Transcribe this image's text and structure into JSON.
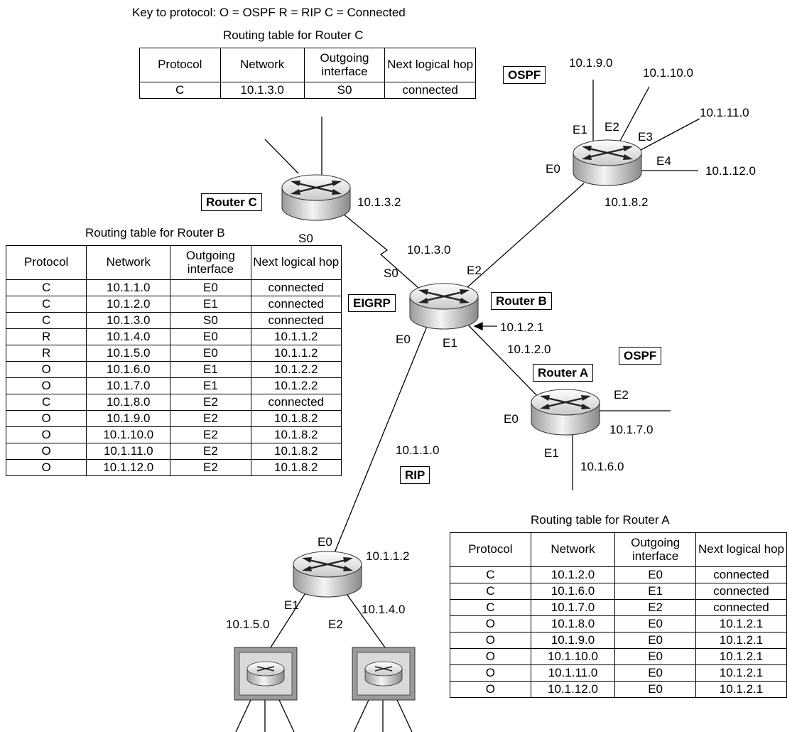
{
  "key": "Key to protocol: O = OSPF  R = RIP  C = Connected",
  "headers": [
    "Protocol",
    "Network",
    "Outgoing interface",
    "Next logical hop"
  ],
  "tables": {
    "c": {
      "caption": "Routing table for Router C",
      "rows": [
        [
          "C",
          "10.1.3.0",
          "S0",
          "connected"
        ]
      ]
    },
    "b": {
      "caption": "Routing table for Router B",
      "rows": [
        [
          "C",
          "10.1.1.0",
          "E0",
          "connected"
        ],
        [
          "C",
          "10.1.2.0",
          "E1",
          "connected"
        ],
        [
          "C",
          "10.1.3.0",
          "S0",
          "connected"
        ],
        [
          "R",
          "10.1.4.0",
          "E0",
          "10.1.1.2"
        ],
        [
          "R",
          "10.1.5.0",
          "E0",
          "10.1.1.2"
        ],
        [
          "O",
          "10.1.6.0",
          "E1",
          "10.1.2.2"
        ],
        [
          "O",
          "10.1.7.0",
          "E1",
          "10.1.2.2"
        ],
        [
          "C",
          "10.1.8.0",
          "E2",
          "connected"
        ],
        [
          "O",
          "10.1.9.0",
          "E2",
          "10.1.8.2"
        ],
        [
          "O",
          "10.1.10.0",
          "E2",
          "10.1.8.2"
        ],
        [
          "O",
          "10.1.11.0",
          "E2",
          "10.1.8.2"
        ],
        [
          "O",
          "10.1.12.0",
          "E2",
          "10.1.8.2"
        ]
      ]
    },
    "a": {
      "caption": "Routing table for Router A",
      "rows": [
        [
          "C",
          "10.1.2.0",
          "E0",
          "connected"
        ],
        [
          "C",
          "10.1.6.0",
          "E1",
          "connected"
        ],
        [
          "C",
          "10.1.7.0",
          "E2",
          "connected"
        ],
        [
          "O",
          "10.1.8.0",
          "E0",
          "10.1.2.1"
        ],
        [
          "O",
          "10.1.9.0",
          "E0",
          "10.1.2.1"
        ],
        [
          "O",
          "10.1.10.0",
          "E0",
          "10.1.2.1"
        ],
        [
          "O",
          "10.1.11.0",
          "E0",
          "10.1.2.1"
        ],
        [
          "O",
          "10.1.12.0",
          "E0",
          "10.1.2.1"
        ]
      ]
    }
  },
  "boxes": {
    "ospf_top": "OSPF",
    "router_c": "Router C",
    "eigrp": "EIGRP",
    "router_b": "Router B",
    "ospf_right": "OSPF",
    "router_a": "Router A",
    "rip": "RIP"
  },
  "labels": {
    "n_10_1_9_0": "10.1.9.0",
    "n_10_1_10_0": "10.1.10.0",
    "n_10_1_11_0": "10.1.11.0",
    "n_10_1_12_0": "10.1.12.0",
    "tr_e1": "E1",
    "tr_e2": "E2",
    "tr_e3": "E3",
    "tr_e4": "E4",
    "tr_e0": "E0",
    "n_10_1_8_2": "10.1.8.2",
    "c_addr": "10.1.3.2",
    "c_s0": "S0",
    "n_10_1_3_0": "10.1.3.0",
    "b_s0": "S0",
    "b_e2": "E2",
    "b_addr": "10.1.2.1",
    "b_e0": "E0",
    "b_e1": "E1",
    "n_10_1_2_0": "10.1.2.0",
    "a_e2": "E2",
    "a_e0": "E0",
    "n_10_1_7_0": "10.1.7.0",
    "a_e1": "E1",
    "n_10_1_6_0": "10.1.6.0",
    "n_10_1_1_0": "10.1.1.0",
    "br_e0": "E0",
    "br_addr": "10.1.1.2",
    "br_e1": "E1",
    "br_e2": "E2",
    "n_10_1_5_0": "10.1.5.0",
    "n_10_1_4_0": "10.1.4.0"
  },
  "colors": {
    "router_light": "#f2f2f2",
    "router_dark": "#8c8c8c",
    "switch_face": "#9a9a9a"
  }
}
